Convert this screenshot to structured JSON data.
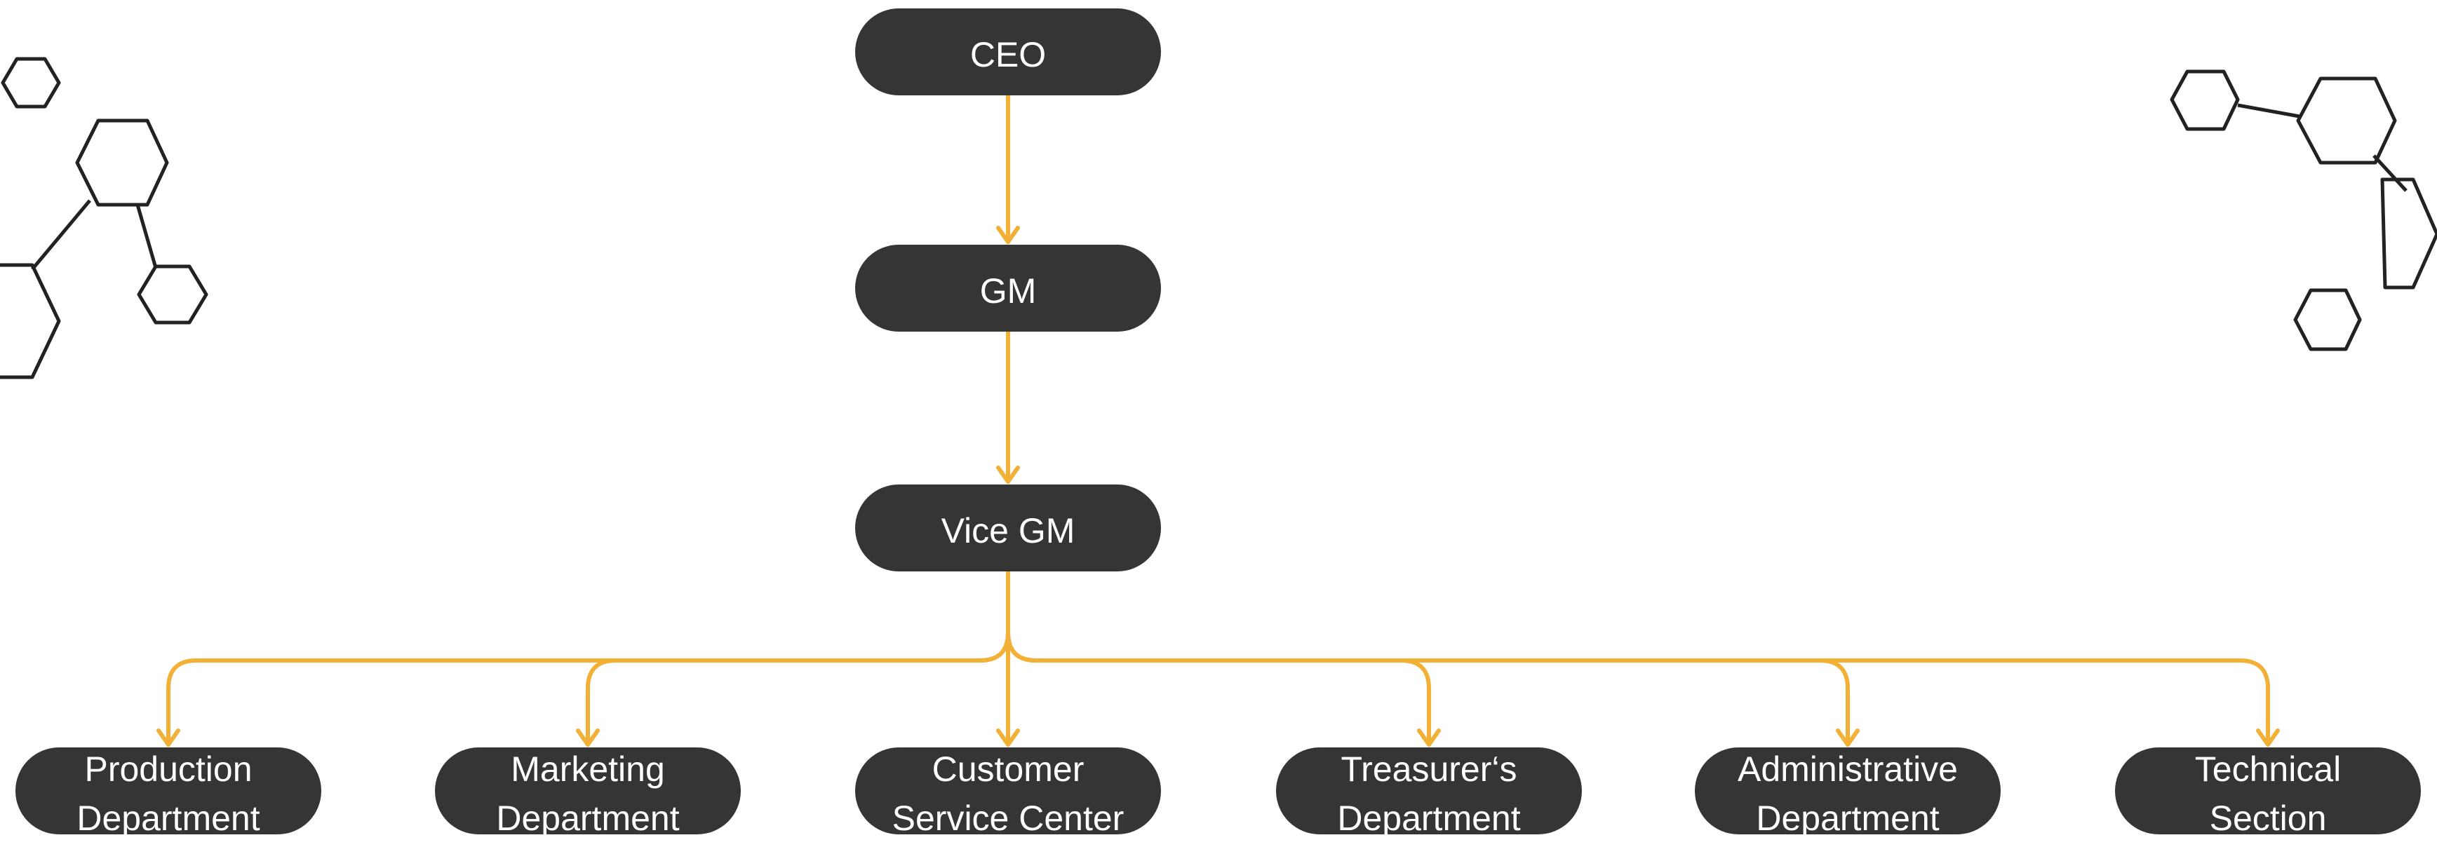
{
  "diagram": {
    "type": "org-chart",
    "colors": {
      "node_fill": "#353535",
      "node_text": "#ffffff",
      "connector": "#F2B136",
      "decoration": "#222222",
      "background": "#ffffff"
    },
    "top_chain": [
      {
        "id": "ceo",
        "lines": [
          "CEO"
        ]
      },
      {
        "id": "gm",
        "lines": [
          "GM"
        ]
      },
      {
        "id": "vice-gm",
        "lines": [
          "Vice GM"
        ]
      }
    ],
    "departments": [
      {
        "id": "production",
        "lines": [
          "Production",
          "Department"
        ]
      },
      {
        "id": "marketing",
        "lines": [
          "Marketing",
          "Department"
        ]
      },
      {
        "id": "customer-service",
        "lines": [
          "Customer",
          "Service Center"
        ]
      },
      {
        "id": "treasurer",
        "lines": [
          "Treasurer‘s",
          "Department"
        ]
      },
      {
        "id": "administrative",
        "lines": [
          "Administrative",
          "Department"
        ]
      },
      {
        "id": "technical",
        "lines": [
          "Technical",
          "Section"
        ]
      }
    ],
    "edges": [
      {
        "from": "ceo",
        "to": "gm"
      },
      {
        "from": "gm",
        "to": "vice-gm"
      },
      {
        "from": "vice-gm",
        "to": "production"
      },
      {
        "from": "vice-gm",
        "to": "marketing"
      },
      {
        "from": "vice-gm",
        "to": "customer-service"
      },
      {
        "from": "vice-gm",
        "to": "treasurer"
      },
      {
        "from": "vice-gm",
        "to": "administrative"
      },
      {
        "from": "vice-gm",
        "to": "technical"
      }
    ],
    "decorations": {
      "left": "hexagon-molecule-icon",
      "right": "hexagon-molecule-icon"
    }
  }
}
